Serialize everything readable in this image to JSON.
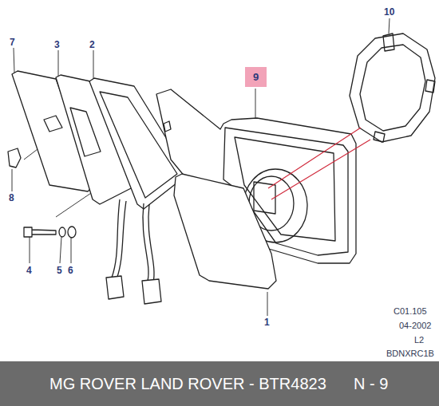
{
  "diagram": {
    "nodes": [
      {
        "text": [
          "9"
        ]
      },
      {
        "text": [
          "MG ROVER LAND ROVER - BTR4823",
          "N - 9"
        ]
      }
    ],
    "edges": [],
    "labels": [
      "7",
      "3",
      "2",
      "10",
      "8",
      "4",
      "5",
      "6",
      "1",
      "C01.105",
      "04-2002",
      "L2",
      "BDNXRC1B"
    ]
  }
}
